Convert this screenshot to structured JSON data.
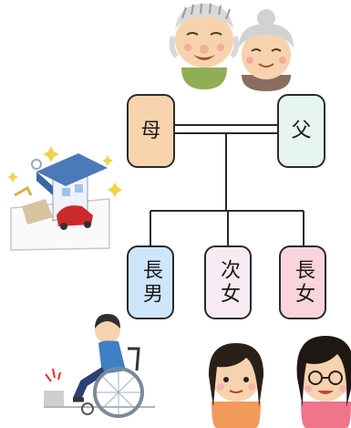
{
  "family_tree": {
    "mother": "母",
    "father": "父",
    "children": [
      {
        "id": "son",
        "label": "長男"
      },
      {
        "id": "second_daughter",
        "label": "次女"
      },
      {
        "id": "eldest_daughter",
        "label": "長女"
      }
    ]
  },
  "colors": {
    "mother_fill": "#f8d4ae",
    "father_fill": "#e6f5ee",
    "son_fill": "#cfe5f9",
    "second_daughter_fill": "#f8eaf2",
    "eldest_daughter_fill": "#f9d4dc",
    "line": "#2a2a2a"
  },
  "illustrations": [
    "grandfather-illustration",
    "grandmother-illustration",
    "house-with-car-illustration",
    "wheelchair-user-illustration",
    "girl-illustration",
    "woman-illustration"
  ]
}
